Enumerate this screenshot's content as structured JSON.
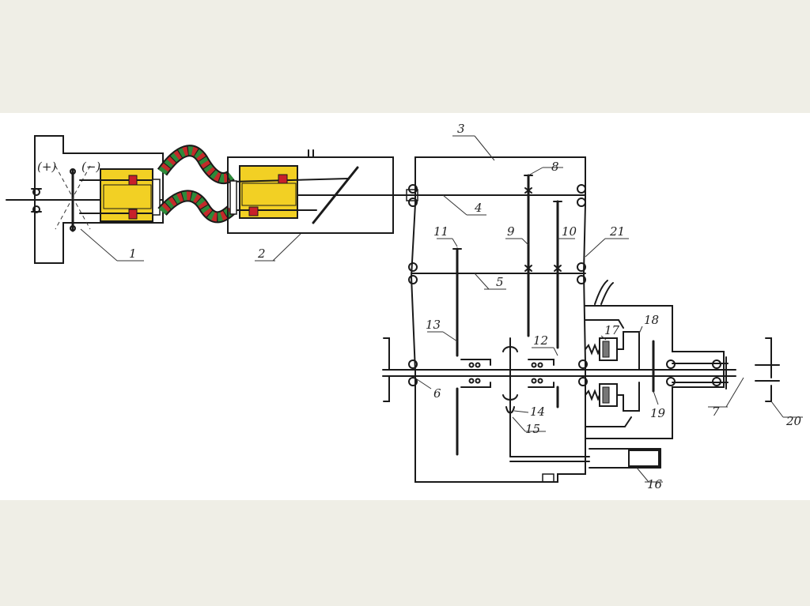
{
  "diagram": {
    "polarity": {
      "plus": "(+)",
      "minus": "(−)"
    },
    "labels": {
      "l1": "1",
      "l2": "2",
      "l3": "3",
      "l4": "4",
      "l5": "5",
      "l6": "6",
      "l7": "7",
      "l8": "8",
      "l9": "9",
      "l10": "10",
      "l11": "11",
      "l12": "12",
      "l13": "13",
      "l14": "14",
      "l15": "15",
      "l16": "16",
      "l17": "17",
      "l18": "18",
      "l19": "19",
      "l20": "20",
      "l21": "21"
    },
    "colors": {
      "cylinder_body": "#f2d024",
      "piston": "#c8202a",
      "hose_green": "#2d8a3a",
      "hose_red": "#c42a2a",
      "ink": "#1a1a1a"
    }
  }
}
